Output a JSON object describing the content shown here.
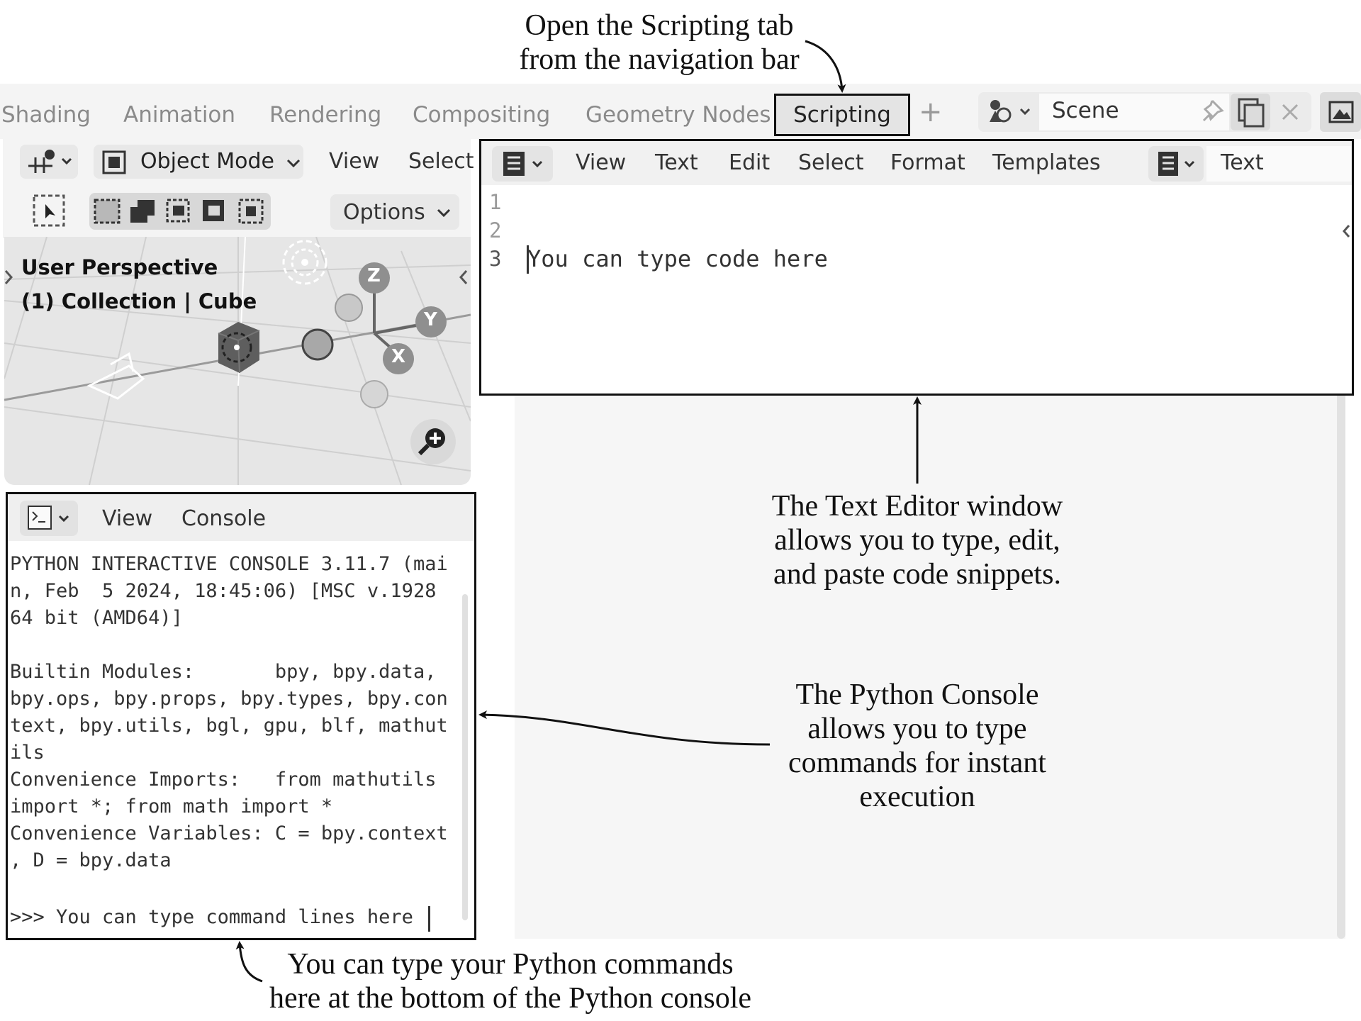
{
  "annotations": {
    "scripting_tab": [
      "Open the Scripting tab",
      "from the navigation bar"
    ],
    "text_editor": [
      "The Text Editor window",
      "allows you to type, edit,",
      "and paste code snippets."
    ],
    "python_console": [
      "The Python Console",
      "allows you to type",
      "commands for instant",
      "execution"
    ],
    "console_bottom": [
      "You can type your Python commands",
      "here at the bottom of the Python console"
    ]
  },
  "nav": {
    "tabs": [
      "Shading",
      "Animation",
      "Rendering",
      "Compositing",
      "Geometry Nodes"
    ],
    "active_tab": "Scripting",
    "add_tab": "+",
    "scene_name": "Scene"
  },
  "viewport": {
    "mode": "Object Mode",
    "menu": [
      "View",
      "Select"
    ],
    "options_label": "Options",
    "overlay_title": "User Perspective",
    "overlay_subtitle": "(1) Collection | Cube",
    "axes": [
      "Z",
      "Y",
      "X"
    ]
  },
  "text_editor": {
    "menu": [
      "View",
      "Text",
      "Edit",
      "Select",
      "Format",
      "Templates"
    ],
    "datablock_label": "Text",
    "line_numbers": [
      "1",
      "2",
      "3"
    ],
    "code_line_3": "You can type code here"
  },
  "console": {
    "menu": [
      "View",
      "Console"
    ],
    "lines": [
      "PYTHON INTERACTIVE CONSOLE 3.11.7 (mai",
      "n, Feb  5 2024, 18:45:06) [MSC v.1928",
      "64 bit (AMD64)]",
      "",
      "Builtin Modules:       bpy, bpy.data,",
      "bpy.ops, bpy.props, bpy.types, bpy.con",
      "text, bpy.utils, bgl, gpu, blf, mathut",
      "ils",
      "Convenience Imports:   from mathutils",
      "import *; from math import *",
      "Convenience Variables: C = bpy.context",
      ", D = bpy.data"
    ],
    "prompt": ">>> You can type command lines here"
  }
}
